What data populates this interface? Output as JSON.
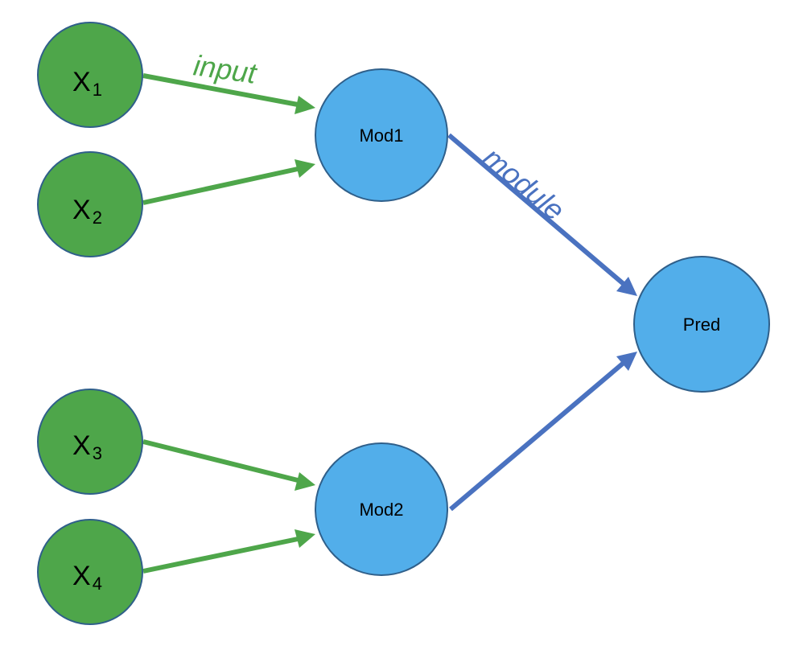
{
  "colors": {
    "input_node": "#4ea64a",
    "module_node": "#52aeea",
    "input_edge": "#4ea64a",
    "module_edge": "#4a72c0",
    "node_border": "#2f5f8a"
  },
  "nodes": {
    "x1": {
      "main": "X",
      "sub": "1"
    },
    "x2": {
      "main": "X",
      "sub": "2"
    },
    "x3": {
      "main": "X",
      "sub": "3"
    },
    "x4": {
      "main": "X",
      "sub": "4"
    },
    "mod1": {
      "label": "Mod1"
    },
    "mod2": {
      "label": "Mod2"
    },
    "pred": {
      "label": "Pred"
    }
  },
  "edges": [
    {
      "from": "x1",
      "to": "mod1",
      "kind": "input"
    },
    {
      "from": "x2",
      "to": "mod1",
      "kind": "input"
    },
    {
      "from": "x3",
      "to": "mod2",
      "kind": "input"
    },
    {
      "from": "x4",
      "to": "mod2",
      "kind": "input"
    },
    {
      "from": "mod1",
      "to": "pred",
      "kind": "module"
    },
    {
      "from": "mod2",
      "to": "pred",
      "kind": "module"
    }
  ],
  "edge_labels": {
    "input": "input",
    "module": "module"
  }
}
